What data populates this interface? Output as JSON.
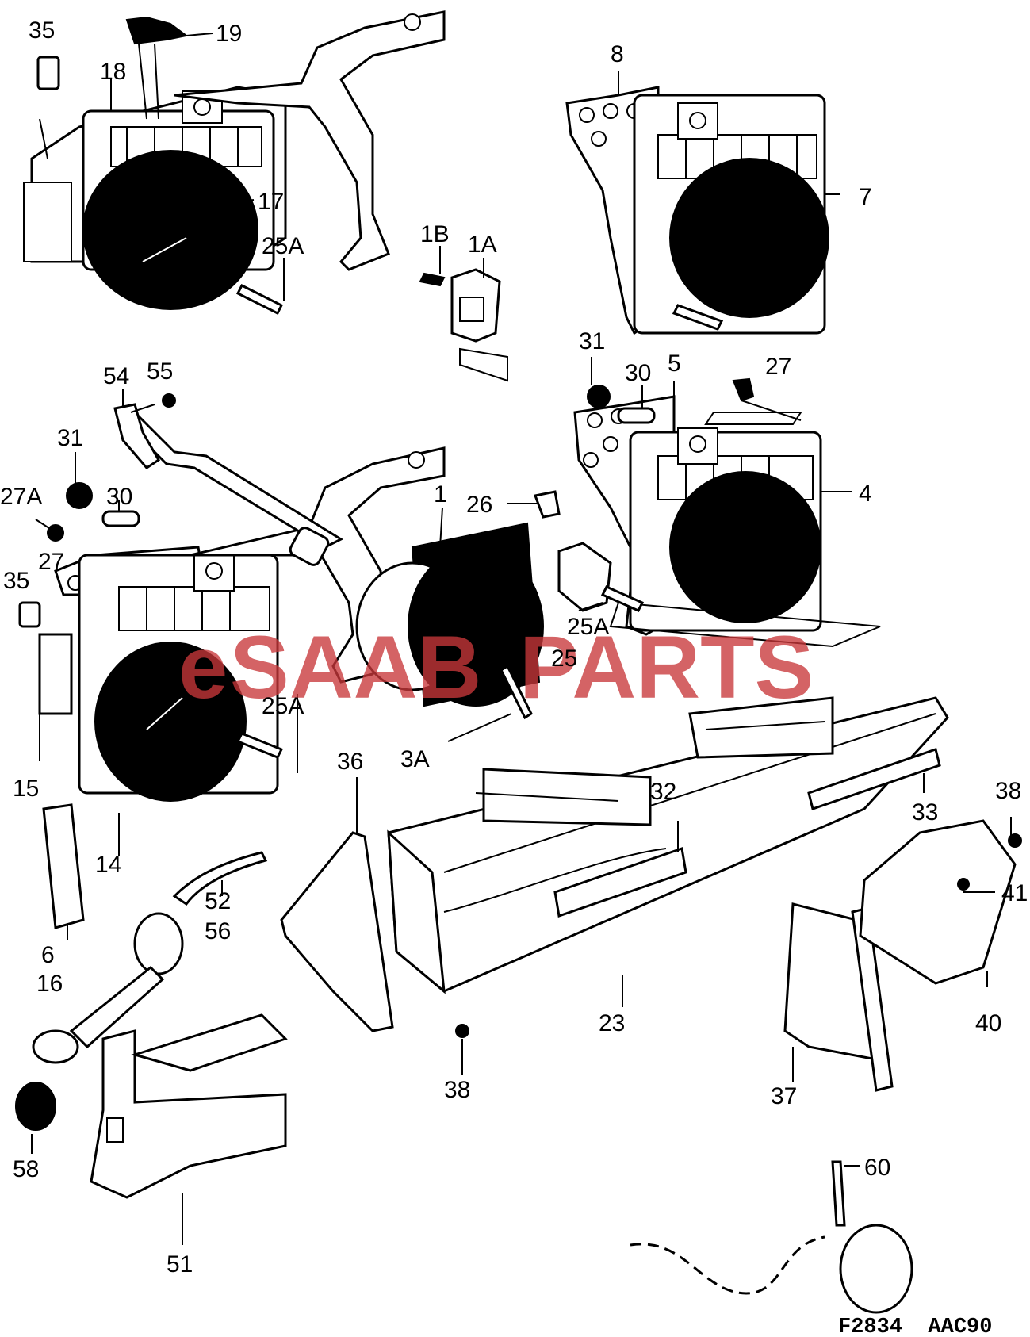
{
  "watermark": {
    "prefix": "e",
    "middle": "SAAB",
    "suffix": "PARTS",
    "color": "#c8373a"
  },
  "figure_code": "F2834  AAC90",
  "labels": {
    "l35a": "35",
    "l19": "19",
    "l18": "18",
    "l17": "17",
    "l25a_top": "25A",
    "l8": "8",
    "l7": "7",
    "l1b": "1B",
    "l1a": "1A",
    "l31_right": "31",
    "l30_right": "30",
    "l5": "5",
    "l27_right": "27",
    "l4": "4",
    "l54": "54",
    "l55": "55",
    "l31_left": "31",
    "l27a": "27A",
    "l30_left": "30",
    "l27_left": "27",
    "l35b": "35",
    "l1": "1",
    "l26": "26",
    "l25a_mid": "25A",
    "l25": "25",
    "l25a_left": "25A",
    "l15": "15",
    "l3a": "3A",
    "l36": "36",
    "l32": "32",
    "l33": "33",
    "l38_right": "38",
    "l14": "14",
    "l52": "52",
    "l56": "56",
    "l41": "41",
    "l6": "6",
    "l16": "16",
    "l23": "23",
    "l40": "40",
    "l38_bottom": "38",
    "l37": "37",
    "l58": "58",
    "l60": "60",
    "l51": "51"
  }
}
